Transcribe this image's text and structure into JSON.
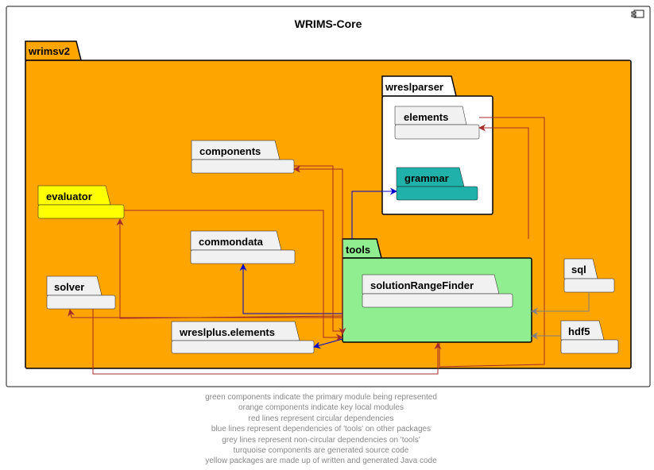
{
  "container": {
    "title": "WRIMS-Core",
    "icon": "component-icon"
  },
  "packages": {
    "wrimsv2": {
      "label": "wrimsv2",
      "color": "#FFA500"
    },
    "wreslparser": {
      "label": "wreslparser",
      "color": "#FFFFFF"
    },
    "elements": {
      "label": "elements",
      "color": "#F1F1F1"
    },
    "grammar": {
      "label": "grammar",
      "color": "#20B2AA"
    },
    "components": {
      "label": "components",
      "color": "#F1F1F1"
    },
    "evaluator": {
      "label": "evaluator",
      "color": "#FFFF00"
    },
    "commondata": {
      "label": "commondata",
      "color": "#F1F1F1"
    },
    "tools": {
      "label": "tools",
      "color": "#90EE90"
    },
    "solutionRangeFinder": {
      "label": "solutionRangeFinder",
      "color": "#F1F1F1"
    },
    "solver": {
      "label": "solver",
      "color": "#F1F1F1"
    },
    "wreslplus_elements": {
      "label": "wreslplus.elements",
      "color": "#F1F1F1"
    },
    "sql": {
      "label": "sql",
      "color": "#F1F1F1"
    },
    "hdf5": {
      "label": "hdf5",
      "color": "#F1F1F1"
    }
  },
  "line_colors": {
    "red": "#A52A2A",
    "blue": "#0000CD",
    "grey": "#808080"
  },
  "legend": [
    "green components indicate the primary module being represented",
    "orange components indicate key local modules",
    "red lines represent circular dependencies",
    "blue lines represent dependencies of 'tools' on other packages",
    "grey lines represent non-circular dependencies on 'tools'",
    "turquoise components are generated source code",
    "yellow packages are made up of written and generated Java code"
  ]
}
